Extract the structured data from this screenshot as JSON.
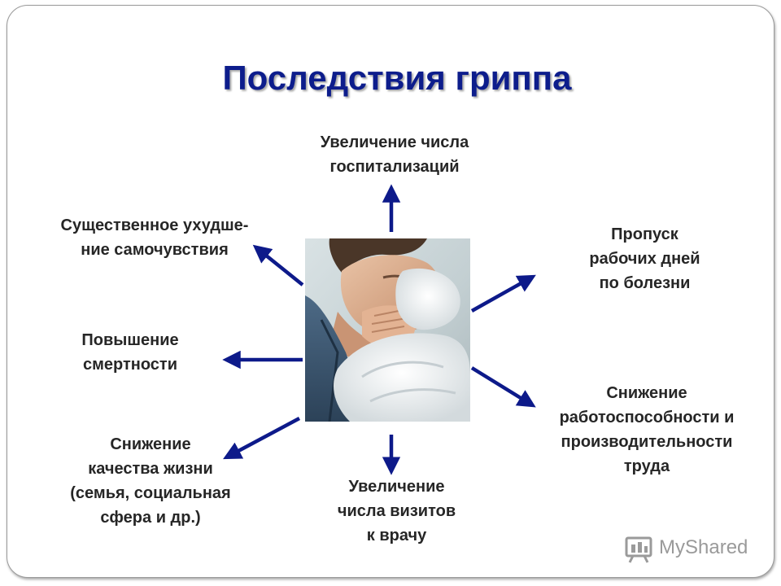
{
  "title": "Последствия гриппа",
  "consequences": {
    "top": "Увеличение числа\nгоспитализаций",
    "top_left": "Существенное ухудше-\nние  самочувствия",
    "left": "Повышение\nсмертности",
    "bottom_left": "Снижение\nкачества жизни\n(семья, социальная\nсфера и др.)",
    "bottom": "Увеличение\nчисла визитов\nк врачу",
    "right": "Пропуск\nрабочих дней\nпо болезни",
    "bottom_right": "Снижение\nработоспособности и\nпроизводительности\nтруда"
  },
  "colors": {
    "title": "#0d1d8c",
    "arrow": "#0d1a8a",
    "label": "#262626"
  },
  "watermark": {
    "text": "MyShared"
  }
}
